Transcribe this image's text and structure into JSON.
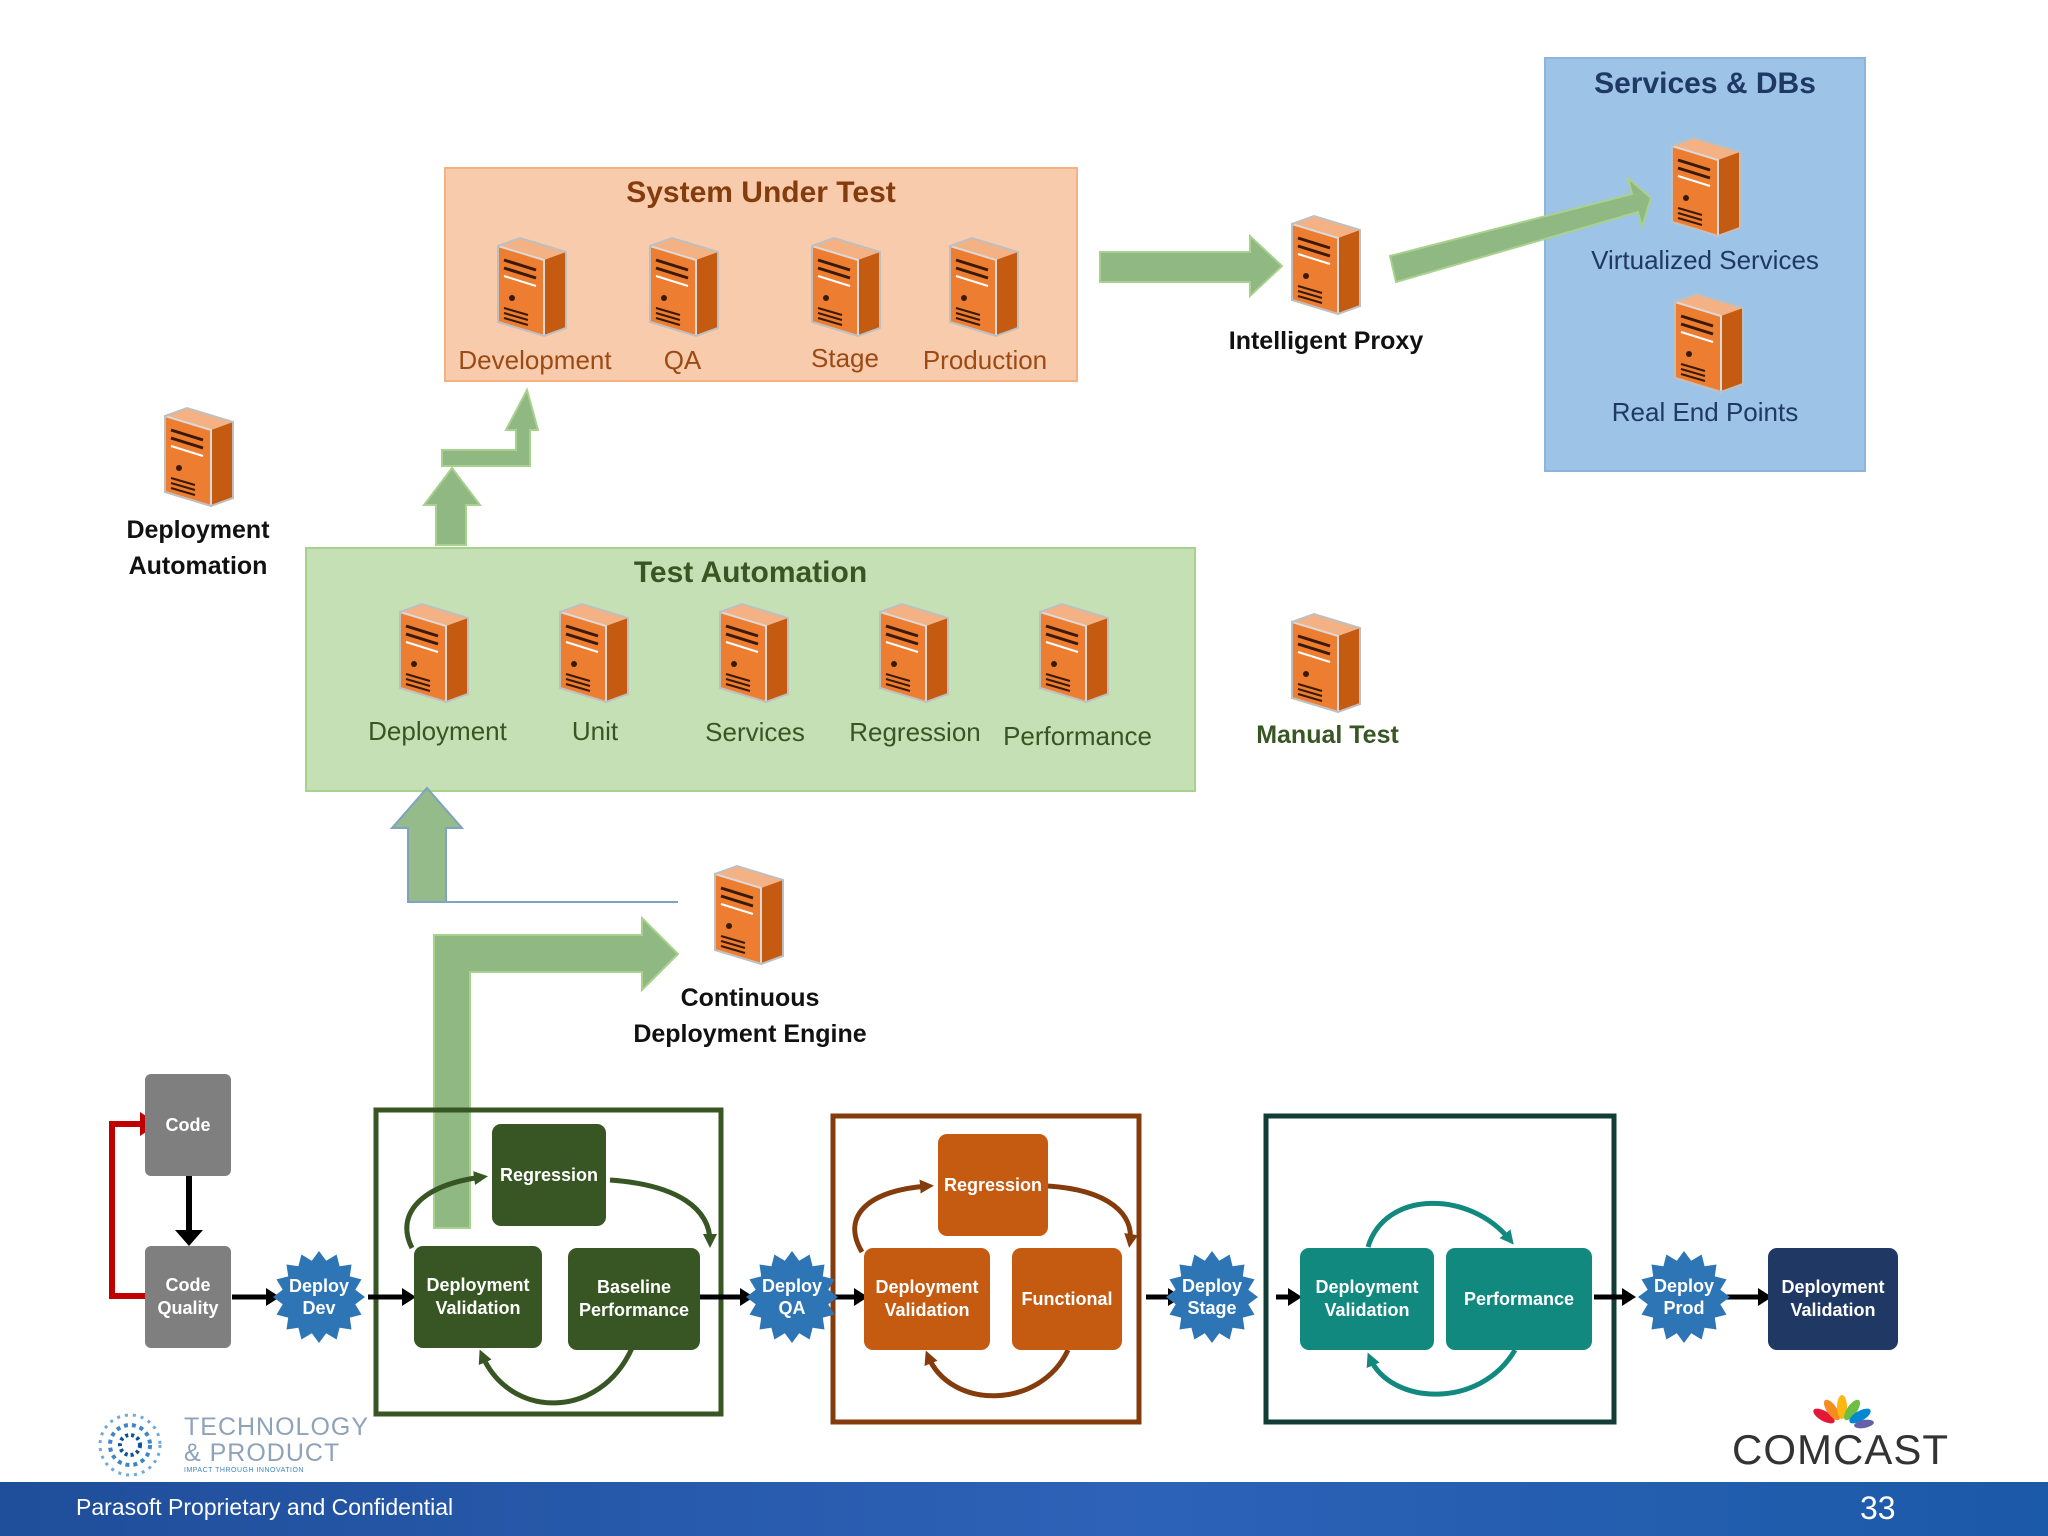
{
  "colors": {
    "sut_fill": "#f8cbad",
    "sut_title": "#843c0c",
    "sut_label": "#9c4a14",
    "test_fill": "#c5e0b4",
    "test_title": "#375623",
    "services_fill": "#9dc3e6",
    "services_title": "#1f3864",
    "arrow_green": "#8fb883",
    "server_orange": "#ed7d31",
    "step_green": "#375623",
    "step_orange": "#c55a11",
    "step_teal": "#12897f",
    "step_navy": "#203864",
    "badge_blue": "#2e75b6",
    "footer_blue": "#2e62b0"
  },
  "system_under_test": {
    "title": "System Under Test",
    "servers": [
      "Development",
      "QA",
      "Stage",
      "Production"
    ]
  },
  "intelligent_proxy": {
    "label": "Intelligent Proxy"
  },
  "services_dbs": {
    "title": "Services & DBs",
    "servers": [
      "Virtualized Services",
      "Real End Points"
    ]
  },
  "deployment_automation": {
    "label_line1": "Deployment",
    "label_line2": "Automation"
  },
  "test_automation": {
    "title": "Test Automation",
    "servers": [
      "Deployment",
      "Unit",
      "Services",
      "Regression",
      "Performance"
    ]
  },
  "manual_test": {
    "label": "Manual Test"
  },
  "cd_engine": {
    "label_line1": "Continuous",
    "label_line2": "Deployment Engine"
  },
  "pipeline": {
    "code": "Code",
    "code_quality": [
      "Code",
      "Quality"
    ],
    "deploy_dev": [
      "Deploy",
      "Dev"
    ],
    "dev_stage": {
      "regression": "Regression",
      "deployment_validation": [
        "Deployment",
        "Validation"
      ],
      "baseline_performance": [
        "Baseline",
        "Performance"
      ]
    },
    "deploy_qa": [
      "Deploy",
      "QA"
    ],
    "qa_stage": {
      "regression": "Regression",
      "deployment_validation": [
        "Deployment",
        "Validation"
      ],
      "functional": "Functional"
    },
    "deploy_stage": [
      "Deploy",
      "Stage"
    ],
    "stage_stage": {
      "deployment_validation": [
        "Deployment",
        "Validation"
      ],
      "performance": "Performance"
    },
    "deploy_prod": [
      "Deploy",
      "Prod"
    ],
    "prod_validation": [
      "Deployment",
      "Validation"
    ]
  },
  "logos": {
    "tp_line1": "TECHNOLOGY",
    "tp_line2": "& PRODUCT",
    "tp_tagline": "IMPACT THROUGH INNOVATION",
    "comcast": "COMCAST"
  },
  "footer": {
    "text": "Parasoft Proprietary and Confidential",
    "page": "33"
  }
}
